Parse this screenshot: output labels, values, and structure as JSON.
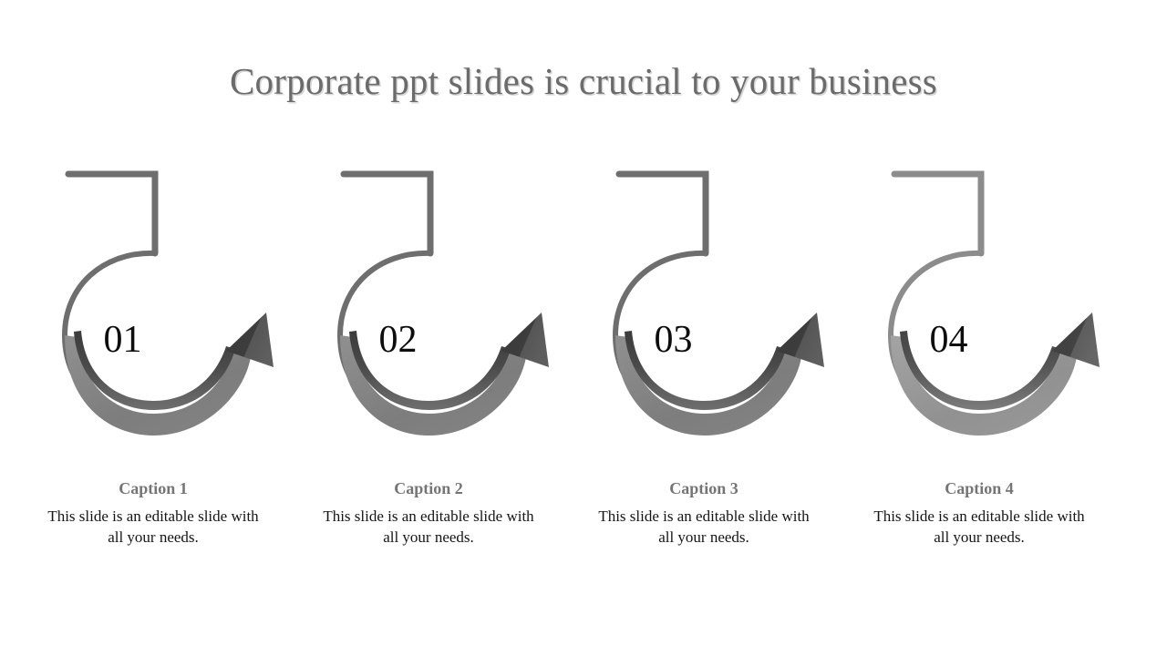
{
  "slide": {
    "title": "Corporate ppt slides is crucial to your business",
    "background_color": "#ffffff",
    "title_color": "#6b6b6b"
  },
  "theme": {
    "arrow_gray_dark": "#6e6e6e",
    "arrow_gray_light": "#8c8c8c",
    "ribbon_shadow": "#3f3f3f",
    "ribbon_body": "#808080",
    "arrowhead_dark": "#3a3a3a",
    "arrowhead_light": "#5a5a5a",
    "number_color": "#0d0d0d",
    "caption_heading_color": "#757575",
    "caption_body_color": "#151515"
  },
  "items": [
    {
      "number": "01",
      "caption_heading": "Caption 1",
      "caption_body": "This slide is an editable slide with all your needs.",
      "arrow_color": "#6e6e6e",
      "icon": "curved-loop-arrow-icon"
    },
    {
      "number": "02",
      "caption_heading": "Caption 2",
      "caption_body": "This slide is an editable slide with all your needs.",
      "arrow_color": "#6e6e6e",
      "icon": "curved-loop-arrow-icon"
    },
    {
      "number": "03",
      "caption_heading": "Caption 3",
      "caption_body": "This slide is an editable slide with all your needs.",
      "arrow_color": "#6e6e6e",
      "icon": "curved-loop-arrow-icon"
    },
    {
      "number": "04",
      "caption_heading": "Caption 4",
      "caption_body": "This slide is an editable slide with all your needs.",
      "arrow_color": "#8c8c8c",
      "icon": "curved-loop-arrow-icon"
    }
  ]
}
